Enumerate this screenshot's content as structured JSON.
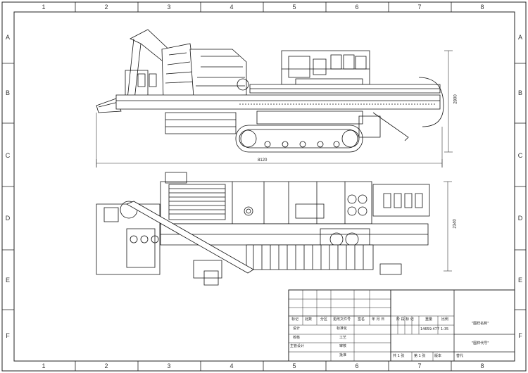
{
  "sheet": {
    "column_zones": [
      "1",
      "2",
      "3",
      "4",
      "5",
      "6",
      "7",
      "8"
    ],
    "row_zones": [
      "A",
      "B",
      "C",
      "D",
      "E",
      "F"
    ]
  },
  "dimensions": {
    "overall_length": "8120",
    "height": "2800",
    "width": "2340"
  },
  "title_block": {
    "rev_header": [
      "标记",
      "处数",
      "分区",
      "更改文件号",
      "签名",
      "年 月 日"
    ],
    "role_labels": [
      "设计",
      "校核",
      "主管设计"
    ],
    "std_label": "标准化",
    "process_label": "工艺",
    "review_label": "审核",
    "approve_label": "批准",
    "stage_label": "阶 段 标 记",
    "weight_label": "重量",
    "scale_label": "比例",
    "weight_value": "14659.477",
    "scale_value": "1:35",
    "drawing_name": "\"图样名称\"",
    "drawing_code": "\"图样代号\"",
    "sheet_total": "共 1 张",
    "sheet_num": "第 1 张",
    "version_label": "版本",
    "replace_label": "替代"
  }
}
